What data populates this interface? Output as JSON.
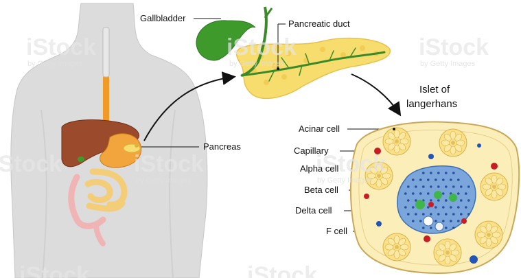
{
  "labels": {
    "gallbladder": "Gallbladder",
    "pancreatic_duct": "Pancreatic duct",
    "pancreas": "Pancreas",
    "islet_title_line1": "Islet of",
    "islet_title_line2": "langerhans",
    "acinar_cell": "Acinar cell",
    "capillary": "Capillary",
    "alpha_cell": "Alpha cell",
    "beta_cell": "Beta cell",
    "delta_cell": "Delta cell",
    "f_cell": "F cell"
  },
  "watermark": {
    "brand": "iStock",
    "sub": "by Getty Images"
  },
  "colors": {
    "body": "#d9d9d9",
    "liver": "#9c4a2c",
    "stomach": "#f2a53c",
    "intestine": "#f4cd78",
    "pancreas": "#f7dd6e",
    "gallbladder": "#3f9a2c",
    "duct": "#3b8a2a",
    "islet": "#7aa6dc",
    "alpha": "#3fb54a",
    "beta": "#3f6fc4",
    "capillary_red": "#c81d25",
    "capillary_blue": "#2255b5",
    "tissue": "#fbeeb8"
  }
}
